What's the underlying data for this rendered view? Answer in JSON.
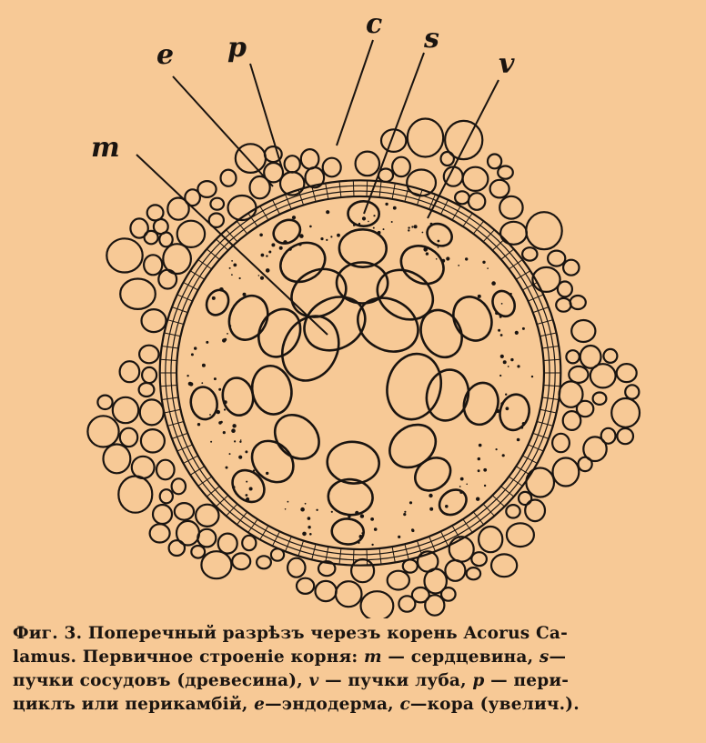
{
  "figure": {
    "labels": {
      "m": "m",
      "e": "e",
      "p": "p",
      "c": "c",
      "s": "s",
      "v": "v"
    }
  },
  "caption": {
    "l1": "Фиг. 3. Поперечный разрѣзъ черезъ корень Acorus Ca-",
    "l2a": "lamus. Первичное строеніе корня: ",
    "l2b": "m",
    "l2c": " — сердцевина, ",
    "l2d": "s",
    "l2e": "—",
    "l3a": "пучки сосудовъ (древесина), ",
    "l3b": "v",
    "l3c": " — пучки луба, ",
    "l3d": "p",
    "l3e": " — пери-",
    "l4a": "циклъ или перикамбій, ",
    "l4b": "e",
    "l4c": "—эндодерма, ",
    "l4d": "c",
    "l4e": "—кора (увелич.)."
  }
}
